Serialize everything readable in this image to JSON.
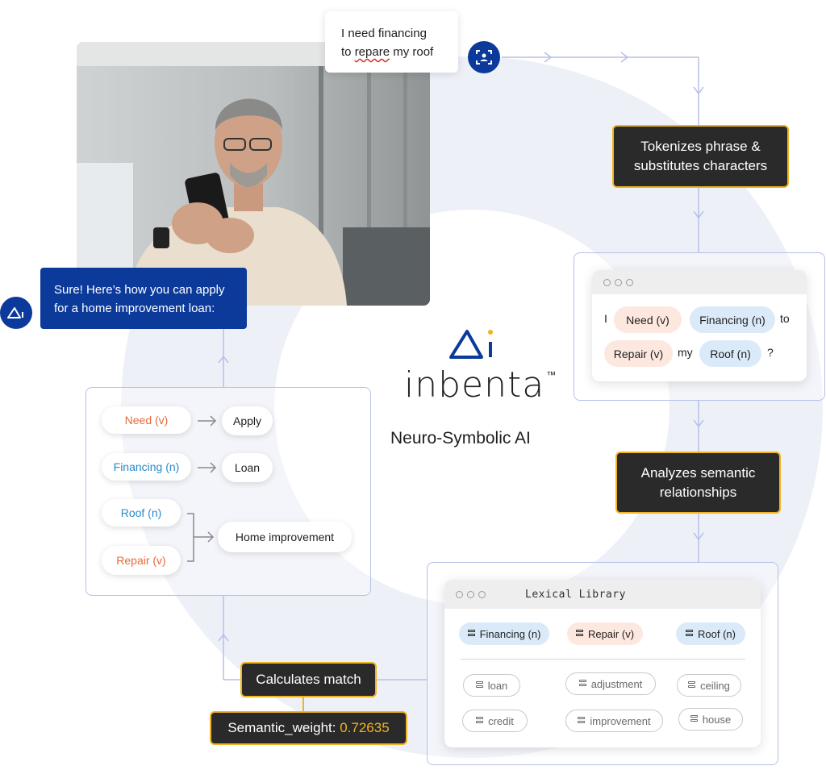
{
  "user_message": {
    "line1": "I need financing",
    "line2_pre": "to ",
    "line2_misspelled": "repare",
    "line2_post": " my roof"
  },
  "bot_message": {
    "line1": "Sure! Here’s how you can apply",
    "line2": "for a home improvement loan:"
  },
  "brand": {
    "name": "inbenta",
    "trademark": "™",
    "subtitle": "Neuro-Symbolic AI"
  },
  "steps": {
    "tokenize": {
      "line1": "Tokenizes phrase &",
      "line2": "substitutes characters"
    },
    "analyze": {
      "line1": "Analyzes semantic",
      "line2": "relationships"
    },
    "match": "Calculates match"
  },
  "tokens": {
    "row1": [
      {
        "text": "I",
        "kind": "word"
      },
      {
        "text": "Need (v)",
        "kind": "verb"
      },
      {
        "text": "Financing (n)",
        "kind": "noun"
      },
      {
        "text": "to",
        "kind": "word"
      }
    ],
    "row2": [
      {
        "text": "Repair (v)",
        "kind": "verb"
      },
      {
        "text": "my",
        "kind": "word"
      },
      {
        "text": "Roof (n)",
        "kind": "noun"
      },
      {
        "text": "?",
        "kind": "word"
      }
    ]
  },
  "lexical_library": {
    "title": "Lexical Library",
    "top": [
      "Financing (n)",
      "Repair (v)",
      "Roof (n)"
    ],
    "synonyms": [
      "loan",
      "adjustment",
      "ceiling",
      "credit",
      "improvement",
      "house"
    ]
  },
  "mapping": {
    "need": "Need (v)",
    "apply": "Apply",
    "financing": "Financing (n)",
    "loan": "Loan",
    "roof": "Roof (n)",
    "repair": "Repair (v)",
    "home_improvement": "Home improvement"
  },
  "semantic_weight": {
    "label": "Semantic_weight: ",
    "value": "0.72635"
  },
  "colors": {
    "navy": "#0c3a9b",
    "gold": "#f0b323",
    "dark": "#2a2a2a",
    "verb": "#e8693b",
    "noun": "#2b8acb",
    "line": "#b7c0e8"
  },
  "icons": {
    "user": "user-scan-icon",
    "bot": "inbenta-mark-icon",
    "library": "database-icon"
  }
}
